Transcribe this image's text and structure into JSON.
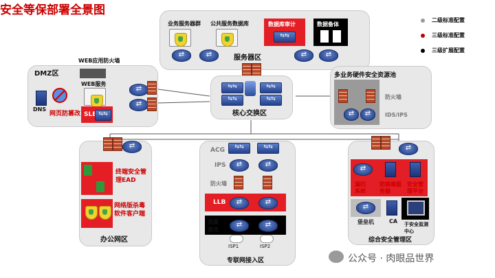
{
  "title": "安全等保部署全景图",
  "legend": [
    {
      "label": "二级标准配置",
      "color": "#9a9a9a"
    },
    {
      "label": "三级标准配置",
      "color": "#c00000"
    },
    {
      "label": "三级扩展配置",
      "color": "#000000"
    }
  ],
  "server_zone": {
    "label": "服务器区",
    "items": [
      "业务服务器群",
      "公共服务数据库",
      "数据库审计",
      "数据备体"
    ]
  },
  "dmz": {
    "label": "DMZ区",
    "waf": "WEB应用防火墙",
    "web_service": "WEB服务",
    "dns": "DNS",
    "tamper": "网页防篡改",
    "slb": "SLB"
  },
  "core": {
    "label": "核心交换区"
  },
  "resource_pool": {
    "label": "多业务硬件安全资源池",
    "firewall": "防火墙",
    "ids": "IDS/IPS"
  },
  "office": {
    "label": "办公网区",
    "ead": "终端安全管理EAD",
    "antivirus": "网络版杀毒软件客户端"
  },
  "isp_zone": {
    "label": "专联网接入区",
    "acg": "ACG",
    "ips": "IPS",
    "fw": "防火墙",
    "llb": "LLB",
    "flow": "流量清洗",
    "isp1": "ISP1",
    "isp2": "ISP2"
  },
  "mgmt": {
    "label": "综合安全管理区",
    "scan": "漏扫系统",
    "av_server": "防病毒服务器",
    "mgmt_platform": "安全管理平台",
    "bastion": "堡垒机",
    "ca": "CA",
    "monitor": "于安全监测中心"
  },
  "watermark": "公众号 · 肉眼品世界"
}
